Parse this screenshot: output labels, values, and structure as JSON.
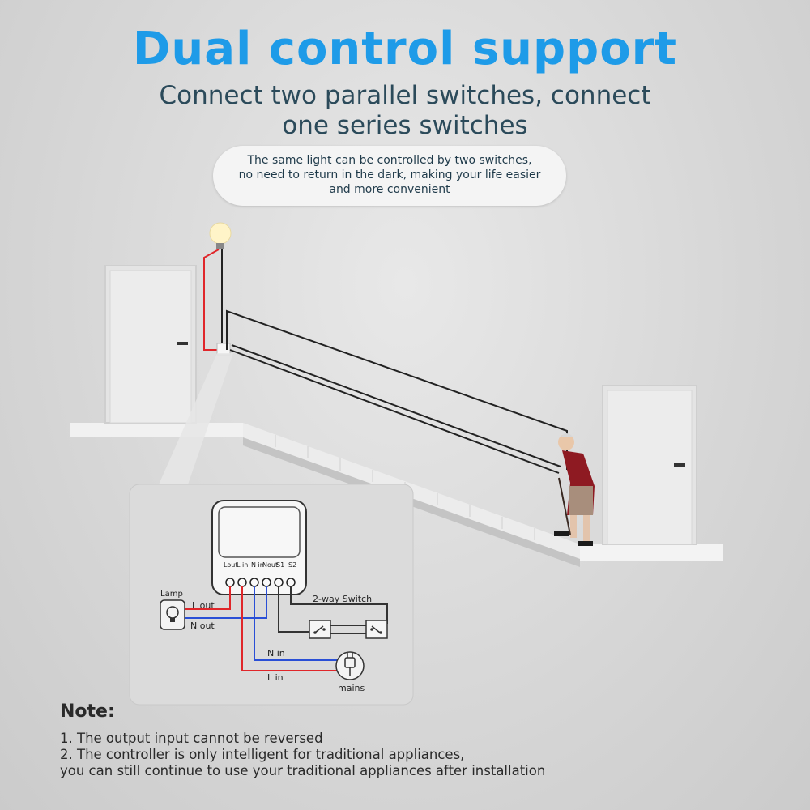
{
  "header": {
    "title": "Dual control support",
    "subtitle_line1": "Connect two parallel switches, connect",
    "subtitle_line2": "one series switches"
  },
  "info_pill": {
    "text": "The same light can be controlled by two switches,\nno need to return in the dark, making your life easier\nand more convenient"
  },
  "wiring": {
    "terminals": [
      "Lout",
      "L in",
      "N in",
      "Nout",
      "S1",
      "S2"
    ],
    "lamp_label": "Lamp",
    "l_out_label": "L out",
    "n_out_label": "N out",
    "n_in_label": "N in",
    "l_in_label": "L in",
    "switch_label": "2-way Switch",
    "mains_label": "mains"
  },
  "notes": {
    "heading": "Note:",
    "line1": "1. The output input cannot be reversed",
    "line2": "2. The controller is only intelligent for traditional appliances,",
    "line3": "you can still continue to use your traditional appliances after installation"
  },
  "colors": {
    "title": "#1e9be8",
    "live_wire": "#e0262a",
    "neutral_wire": "#2a4fd6",
    "signal_wire": "#333333"
  }
}
